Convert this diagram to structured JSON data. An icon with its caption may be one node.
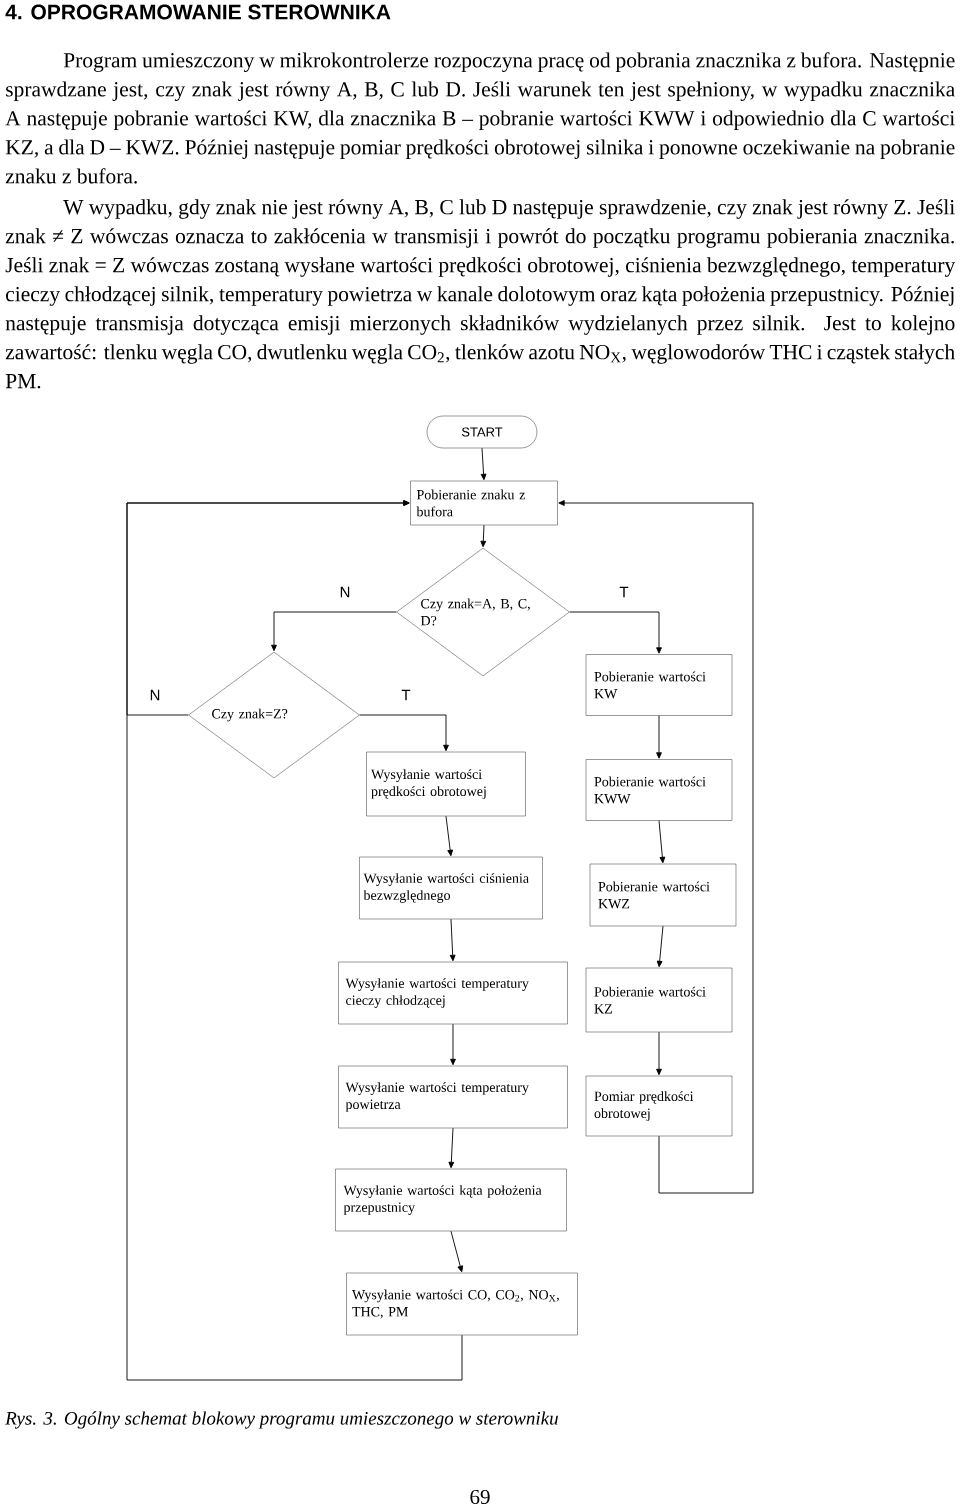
{
  "diagram": {
    "title": "4. OPROGRAMOWANIE STEROWNIKA",
    "caption": "Rys. 3. Ogólny schemat blokowy programu umieszczonego w sterowniku",
    "nodes": [
      {
        "text": [
          "START"
        ]
      },
      {
        "text": [
          "Pobieranie znaku z bufora"
        ]
      },
      {
        "text": [
          "Czy znak=A, B, C, D?"
        ]
      },
      {
        "text": [
          "Czy znak=Z?"
        ]
      },
      {
        "text": [
          "Pobieranie wartości KW"
        ]
      },
      {
        "text": [
          "Wysyłanie wartości prędkości obrotowej"
        ]
      },
      {
        "text": [
          "Pobieranie wartości KWW"
        ]
      },
      {
        "text": [
          "Wysyłanie wartości ciśnienia bezwzględnego"
        ]
      },
      {
        "text": [
          "Pobieranie wartości KWZ"
        ]
      },
      {
        "text": [
          "Wysyłanie wartości temperatury cieczy chłodzącej"
        ]
      },
      {
        "text": [
          "Pobieranie wartości KZ"
        ]
      },
      {
        "text": [
          "Wysyłanie wartości temperatury powietrza"
        ]
      },
      {
        "text": [
          "Pomiar prędkości obrotowej"
        ]
      },
      {
        "text": [
          "Wysyłanie wartości kąta położenia przepustnicy"
        ]
      },
      {
        "text": [
          "Wysyłanie wartości CO, CO$_{2}$, NO$_{X}$, THC, PM"
        ]
      }
    ],
    "edges": [
      {
        "from": 0,
        "to": 1,
        "arrow": "to"
      },
      {
        "from": 1,
        "to": 2,
        "arrow": "to"
      },
      {
        "from": 2,
        "to": 3,
        "arrow": "to",
        "label": "N"
      },
      {
        "from": 2,
        "to": 4,
        "arrow": "to",
        "label": "T"
      },
      {
        "from": 3,
        "to": 5,
        "arrow": "to",
        "label": "T"
      },
      {
        "from": 3,
        "to": 1,
        "arrow": "to",
        "label": "N"
      },
      {
        "from": 4,
        "to": 6,
        "arrow": "to"
      },
      {
        "from": 6,
        "to": 8,
        "arrow": "to"
      },
      {
        "from": 8,
        "to": 10,
        "arrow": "to"
      },
      {
        "from": 10,
        "to": 12,
        "arrow": "to"
      },
      {
        "from": 12,
        "to": 1,
        "arrow": "to"
      },
      {
        "from": 5,
        "to": 7,
        "arrow": "to"
      },
      {
        "from": 7,
        "to": 9,
        "arrow": "to"
      },
      {
        "from": 9,
        "to": 11,
        "arrow": "to"
      },
      {
        "from": 11,
        "to": 13,
        "arrow": "to"
      },
      {
        "from": 13,
        "to": 14,
        "arrow": "to"
      },
      {
        "from": 14,
        "to": 1,
        "arrow": "to"
      }
    ],
    "labels": [
      "Program umieszczony w mikrokontrolerze rozpoczyna pracę od pobrania znacznika z bufora. Następnie sprawdzane jest, czy znak jest równy A, B, C lub D. Jeśli warunek ten jest spełniony, w wypadku znacznika A następuje pobranie wartości KW, dla znacznika B – pobranie wartości KWW i odpowiednio dla C wartości KZ, a dla D – KWZ. Później następuje pomiar prędkości obrotowej silnika i ponowne oczekiwanie na pobranie znaku z bufora.",
      "W wypadku, gdy znak nie jest równy A, B, C lub D następuje sprawdzenie, czy znak jest równy Z. Jeśli znak ≠ Z wówczas oznacza to zakłócenia w transmisji i powrót do początku programu pobierania znacznika. Jeśli znak = Z wówczas zostaną wysłane wartości prędkości obrotowej, ciśnienia bezwzględnego, temperatury cieczy chłodzącej silnik, temperatury powietrza w kanale dolotowym oraz kąta położenia przepustnicy. Później następuje transmisja dotycząca emisji mierzonych składników wydzielanych przez silnik. Jest to kolejno zawartość: tlenku węgla CO, dwutlenku węgla CO$_{2}$, tlenków azotu NO$_{X}$, węglowodorów THC i cząstek stałych PM.",
      "69"
    ]
  }
}
